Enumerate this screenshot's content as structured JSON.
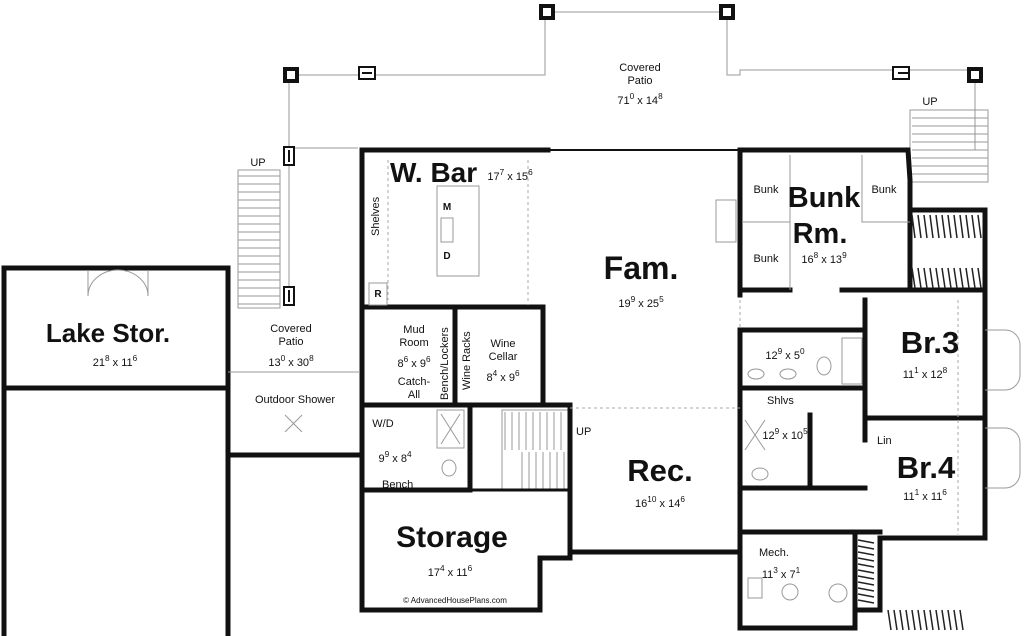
{
  "colors": {
    "wall": "#111111",
    "line": "#999999",
    "background": "#ffffff"
  },
  "rooms": [
    {
      "id": "covered-patio-top",
      "name": [
        "Covered",
        "Patio"
      ],
      "dim": {
        "a": "71",
        "ai": "0",
        "b": "14",
        "bi": "8"
      }
    },
    {
      "id": "w-bar",
      "name": [
        "W. Bar"
      ],
      "dim": {
        "a": "17",
        "ai": "7",
        "b": "15",
        "bi": "6"
      }
    },
    {
      "id": "fam",
      "name": [
        "Fam."
      ],
      "dim": {
        "a": "19",
        "ai": "9",
        "b": "25",
        "bi": "5"
      }
    },
    {
      "id": "bunk-rm",
      "name": [
        "Bunk",
        "Rm."
      ],
      "dim": {
        "a": "16",
        "ai": "8",
        "b": "13",
        "bi": "9"
      }
    },
    {
      "id": "lake-stor",
      "name": [
        "Lake Stor."
      ],
      "dim": {
        "a": "21",
        "ai": "8",
        "b": "11",
        "bi": "6"
      }
    },
    {
      "id": "covered-patio-side",
      "name": [
        "Covered",
        "Patio"
      ],
      "dim": {
        "a": "13",
        "ai": "0",
        "b": "30",
        "bi": "8"
      }
    },
    {
      "id": "mud-room",
      "name": [
        "Mud",
        "Room"
      ],
      "dim": {
        "a": "8",
        "ai": "6",
        "b": "9",
        "bi": "6"
      }
    },
    {
      "id": "wine-cellar",
      "name": [
        "Wine",
        "Cellar"
      ],
      "dim": {
        "a": "8",
        "ai": "4",
        "b": "9",
        "bi": "6"
      }
    },
    {
      "id": "laundry-bath",
      "name": [],
      "dim": {
        "a": "9",
        "ai": "9",
        "b": "8",
        "bi": "4"
      }
    },
    {
      "id": "rec",
      "name": [
        "Rec."
      ],
      "dim": {
        "a": "16",
        "ai": "10",
        "b": "14",
        "bi": "6"
      }
    },
    {
      "id": "storage",
      "name": [
        "Storage"
      ],
      "dim": {
        "a": "17",
        "ai": "4",
        "b": "11",
        "bi": "6"
      }
    },
    {
      "id": "mech",
      "name": [
        "Mech."
      ],
      "dim": {
        "a": "11",
        "ai": "3",
        "b": "7",
        "bi": "1"
      }
    },
    {
      "id": "br3",
      "name": [
        "Br.3"
      ],
      "dim": {
        "a": "11",
        "ai": "1",
        "b": "12",
        "bi": "8"
      }
    },
    {
      "id": "br4",
      "name": [
        "Br.4"
      ],
      "dim": {
        "a": "11",
        "ai": "1",
        "b": "11",
        "bi": "6"
      }
    },
    {
      "id": "bath-upper",
      "name": [],
      "dim": {
        "a": "12",
        "ai": "9",
        "b": "5",
        "bi": "0"
      }
    },
    {
      "id": "bath-lower",
      "name": [],
      "dim": {
        "a": "12",
        "ai": "9",
        "b": "10",
        "bi": "5"
      }
    }
  ],
  "labels": {
    "up": "UP",
    "shelves": "Shelves",
    "microwave": "M",
    "dishwasher": "D",
    "refrigerator": "R",
    "bunk": "Bunk",
    "outdoor_shower": "Outdoor Shower",
    "catch_all": [
      "Catch-",
      "All"
    ],
    "bench_lockers": "Bench/Lockers",
    "wine_racks": "Wine Racks",
    "wd": "W/D",
    "bench": "Bench",
    "shlvs": "Shlvs",
    "lin": "Lin",
    "dim_sep": "x"
  },
  "watermark": "© AdvancedHousePlans.com"
}
